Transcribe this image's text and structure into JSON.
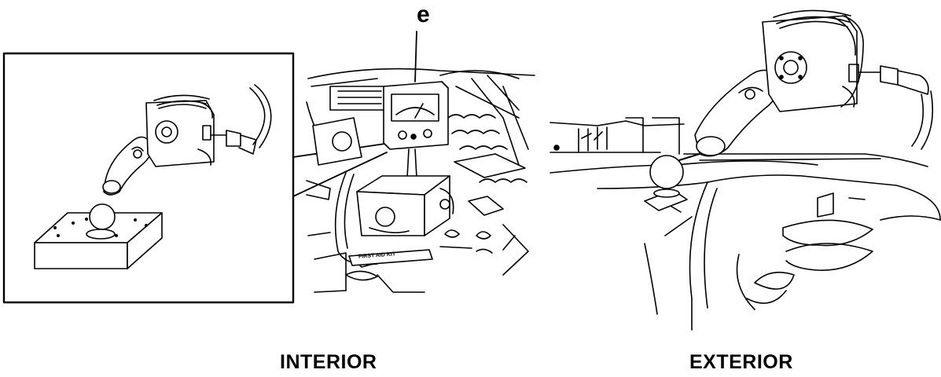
{
  "callout": {
    "letter": "e"
  },
  "captions": {
    "interior": "INTERIOR",
    "exterior": "EXTERIOR"
  },
  "plate": {
    "label": "FIRST AID KIT"
  },
  "colors": {
    "ink": "#000000",
    "paper": "#ffffff"
  }
}
